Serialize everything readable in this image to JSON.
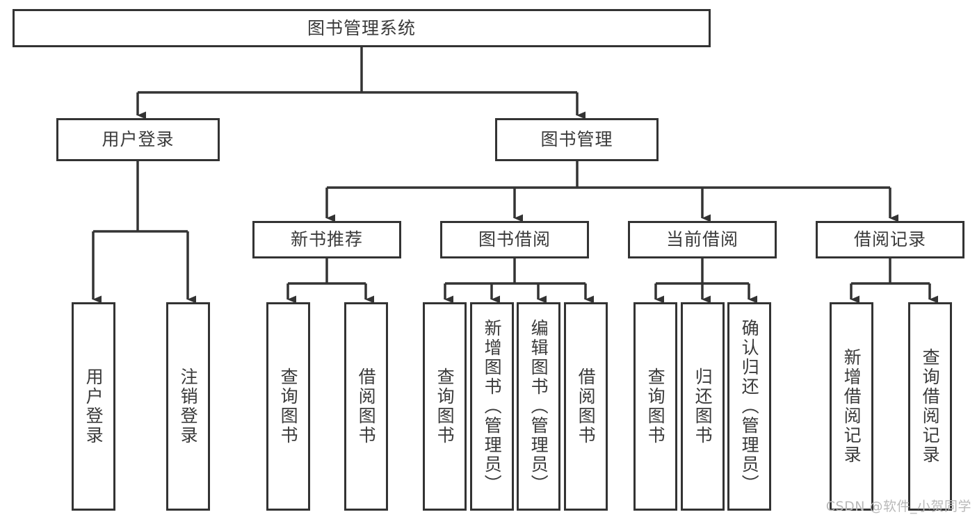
{
  "diagram": {
    "title": "图书管理系统",
    "root": {
      "label": "图书管理系统"
    },
    "level2": [
      {
        "label": "用户登录"
      },
      {
        "label": "图书管理"
      }
    ],
    "level3": [
      {
        "label": "新书推荐"
      },
      {
        "label": "图书借阅"
      },
      {
        "label": "当前借阅"
      },
      {
        "label": "借阅记录"
      }
    ],
    "leaves_user_login": [
      {
        "label": "用户登录"
      },
      {
        "label": "注销登录"
      }
    ],
    "leaves_new_book": [
      {
        "label": "查询图书"
      },
      {
        "label": "借阅图书"
      }
    ],
    "leaves_borrow": [
      {
        "label": "查询图书"
      },
      {
        "label": "新增图书（管理员）"
      },
      {
        "label": "编辑图书（管理员）"
      },
      {
        "label": "借阅图书"
      }
    ],
    "leaves_current": [
      {
        "label": "查询图书"
      },
      {
        "label": "归还图书"
      },
      {
        "label": "确认归还（管理员）"
      }
    ],
    "leaves_records": [
      {
        "label": "新增借阅记录"
      },
      {
        "label": "查询借阅记录"
      }
    ],
    "watermark": "CSDN @软件_小贺同学",
    "colors": {
      "stroke": "#333333",
      "text": "#3a3a3a",
      "background": "#ffffff",
      "watermark": "#b9b9b9"
    }
  }
}
